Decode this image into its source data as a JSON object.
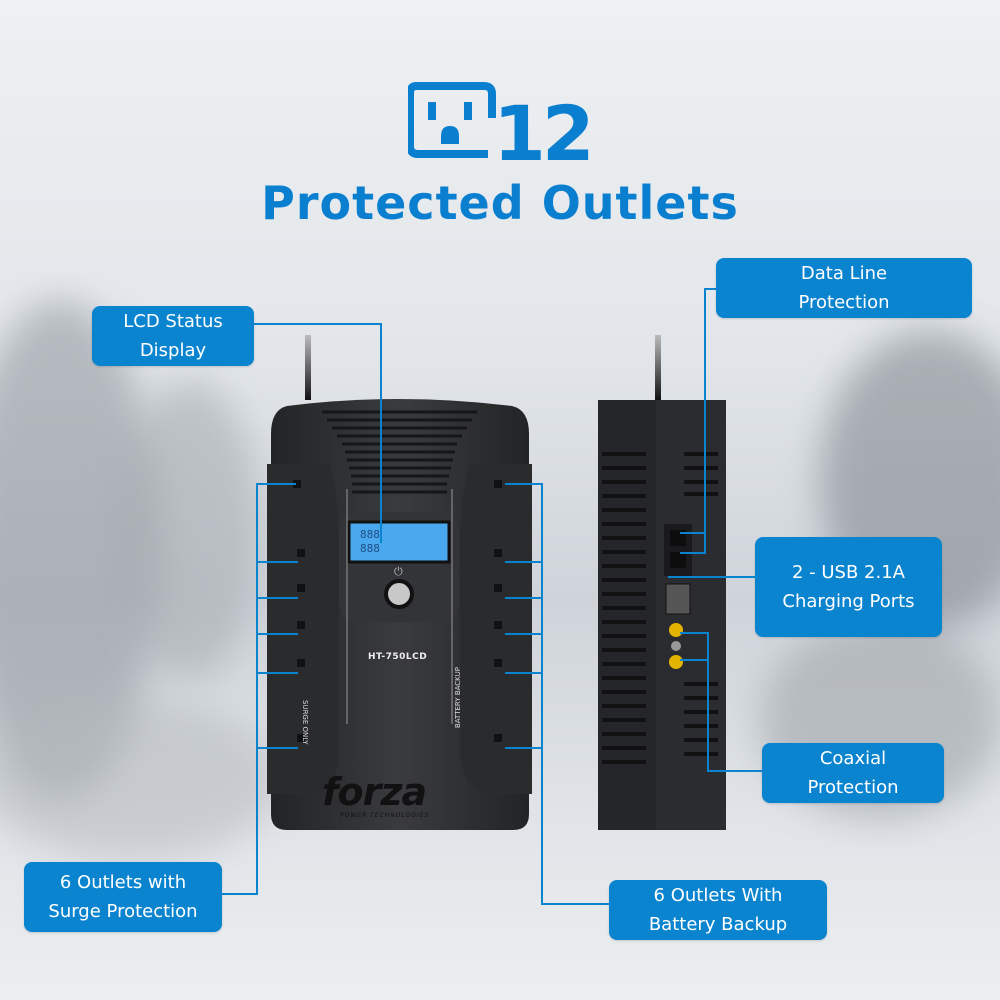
{
  "header": {
    "outlet_count": "12",
    "title": "Protected Outlets",
    "icon": "outlet-icon"
  },
  "product": {
    "model": "HT-750LCD",
    "brand": "forza",
    "brand_tagline": "POWER TECHNOLOGIES",
    "side_label_left": "SURGE ONLY",
    "side_label_right": "BATTERY BACKUP",
    "lcd_digits_top": "888",
    "lcd_digits_bottom": "888"
  },
  "callouts": {
    "lcd": {
      "line1": "LCD Status",
      "line2": "Display"
    },
    "data_line": {
      "line1": "Data Line",
      "line2": "Protection"
    },
    "usb": {
      "line1": "2 - USB 2.1A",
      "line2": "Charging Ports"
    },
    "coax": {
      "line1": "Coaxial",
      "line2": "Protection"
    },
    "surge": {
      "line1": "6 Outlets with",
      "line2": "Surge Protection"
    },
    "battery": {
      "line1": "6 Outlets With",
      "line2": "Battery Backup"
    }
  },
  "colors": {
    "accent": "#0b84cf",
    "title_blue": "#0a7fd0",
    "device_body": "#2c2d30",
    "lcd_blue": "#4aa8ef"
  }
}
